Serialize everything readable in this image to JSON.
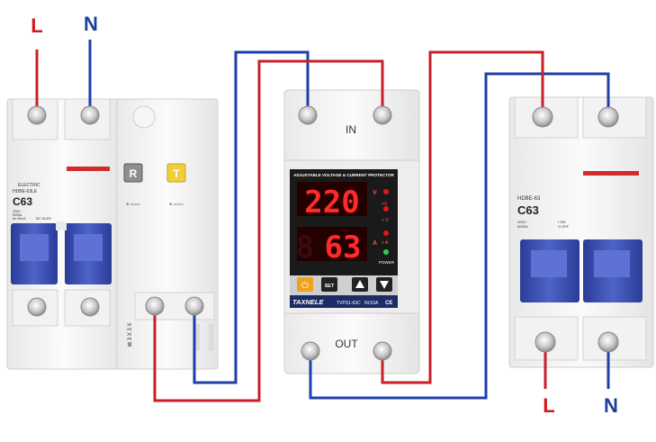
{
  "terminals": {
    "input_left": {
      "line": "L",
      "neutral": "N"
    },
    "output_right": {
      "line": "L",
      "neutral": "N"
    }
  },
  "colors": {
    "line_wire": "#c8202a",
    "neutral_wire": "#1f3fa8",
    "label_line": "#d0181e",
    "label_neutral": "#1e3f9e",
    "handle": "#3a4fb2",
    "display_bg": "#1a1a1a",
    "display_digits": "#ff2a2a"
  },
  "left_breaker": {
    "brand": "ELECTRIC",
    "model": "HDBE-63LE",
    "rating": "C63",
    "spec_lines": [
      "230V~",
      "6000A",
      "Δn 30mA",
      "IEC 61009"
    ],
    "test_button": "R",
    "reset_button": "T",
    "side_text": "⊠ 3 X 3 X"
  },
  "protector": {
    "in_label": "IN",
    "out_label": "OUT",
    "header": "ADJUSTABLE VOLTAGE & CURRENT PROTECTOR",
    "voltage_reading": "220",
    "current_reading": "63",
    "current_prefix": "8",
    "v_over": ">V",
    "v_under": "< V",
    "a_over": "> A",
    "power": "POWER",
    "unit_v": "V",
    "unit_a": "A",
    "btn_set": "SET",
    "brand": "TAXNELE",
    "model": "TVPS1-63C",
    "rating_text": "IN:63A",
    "ce": "CE"
  },
  "right_breaker": {
    "model": "HDBE-63",
    "rating": "C63",
    "spec_lines": [
      "400V~",
      "6000A"
    ],
    "side_lines": [
      "I ON",
      "O OFF"
    ]
  }
}
